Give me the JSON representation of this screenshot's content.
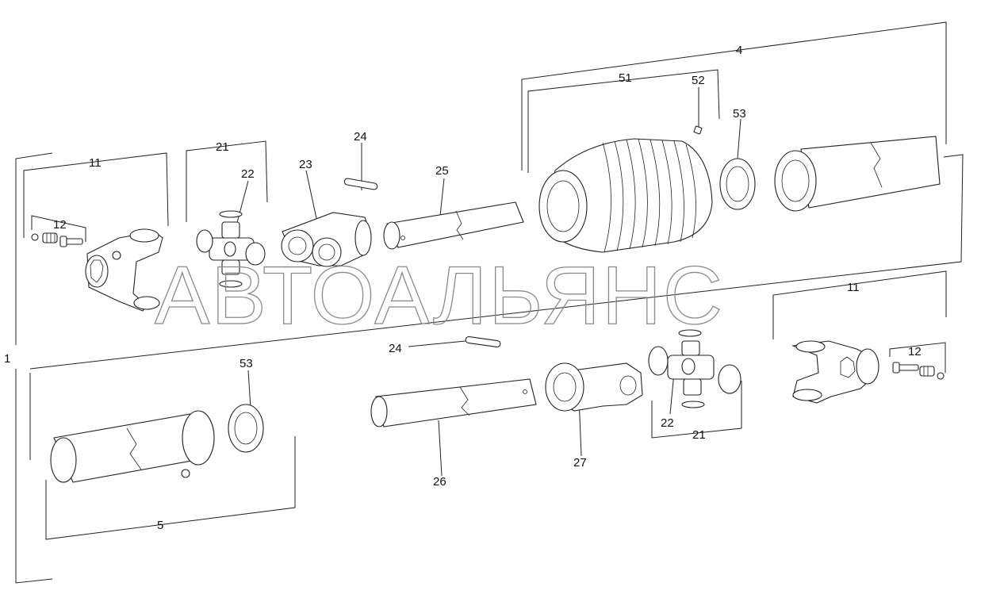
{
  "watermark": "АВТОАЛЬЯНС",
  "callouts": {
    "assembly": "1",
    "yoke_left": "11",
    "yoke_right": "11",
    "bolt_left": "12",
    "bolt_right": "12",
    "spider_left": "21",
    "spider_right": "21",
    "bearing_left": "22",
    "bearing_right": "22",
    "inner_yoke": "23",
    "pin_top": "24",
    "pin_bottom": "24",
    "inner_tube": "25",
    "outer_tube": "26",
    "outer_yoke": "27",
    "guard": "4",
    "guard_cone": "51",
    "screw": "52",
    "ring_top": "53",
    "ring_bottom": "53",
    "guard_half": "5"
  }
}
